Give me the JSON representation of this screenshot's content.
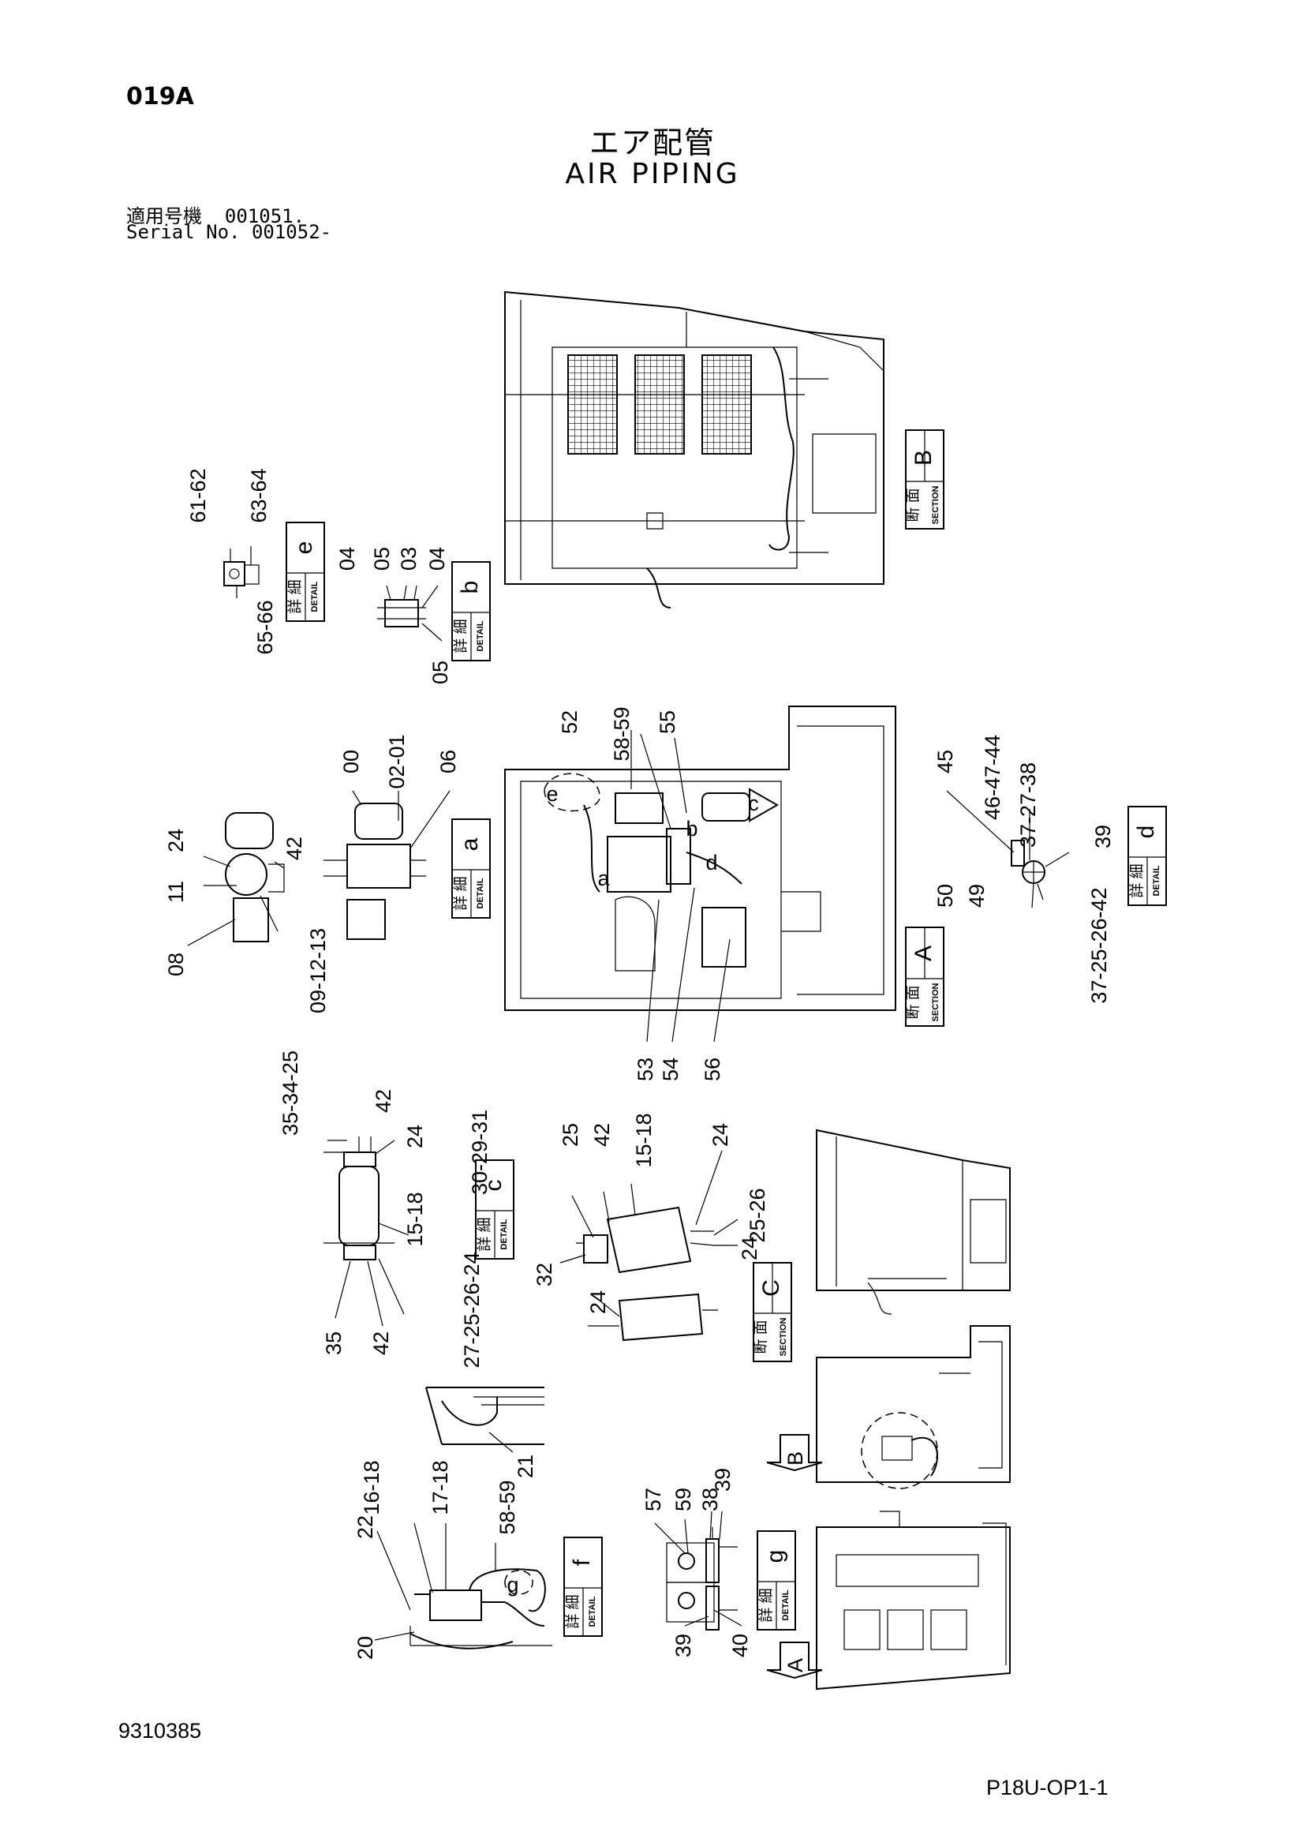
{
  "header": {
    "page_code": "019A",
    "title_jp": "エア配管",
    "title_en": "AIR PIPING",
    "serial_label_jp": "適用号機",
    "serial_value_1": "001051.",
    "serial_label_en": "Serial No.",
    "serial_value_2": "001052-"
  },
  "footer": {
    "drawing_no": "9310385",
    "sheet_code": "P18U-OP1-1"
  },
  "tags": {
    "detail_jp": "詳 細",
    "detail_en": "DETAIL",
    "section_jp": "断 面",
    "section_en": "SECTION",
    "detail_e": "e",
    "detail_b": "b",
    "detail_a": "a",
    "detail_d": "d",
    "detail_c": "c",
    "detail_f": "f",
    "detail_g": "g",
    "section_b": "B",
    "section_a": "A",
    "section_c": "C"
  },
  "callouts": {
    "e_top_left": "61-62",
    "e_top_right": "63-64",
    "e_bottom": "65-66",
    "b_04a": "04",
    "b_05a": "05",
    "b_03": "03",
    "b_04b": "04",
    "b_05b": "05",
    "a_00": "00",
    "a_02_01": "02-01",
    "a_06": "06",
    "a_24": "24",
    "a_42": "42",
    "a_11": "11",
    "a_08": "08",
    "a_09_12_13": "09-12-13",
    "sa_52": "52",
    "sa_58_59": "58-59",
    "sa_55": "55",
    "sa_53": "53",
    "sa_54": "54",
    "sa_56": "56",
    "d_45": "45",
    "d_46_47_44": "46-47-44",
    "d_37_27_38": "37-27-38",
    "d_39": "39",
    "d_50": "50",
    "d_49": "49",
    "d_37_25_26_42": "37-25-26-42",
    "c_35_34_25": "35-34-25",
    "c_42": "42",
    "c_24": "24",
    "c_30_29_31": "30-29-31",
    "c_15_18": "15-18",
    "c_35": "35",
    "c_42b": "42",
    "c_27_25_26_24": "27-25-26-24",
    "sc_25": "25",
    "sc_42": "42",
    "sc_15_18": "15-18",
    "sc_24a": "24",
    "sc_25_26": "25-26",
    "sc_24b": "24",
    "sc_32": "32",
    "sc_24c": "24",
    "p_21": "21",
    "f_16_18": "16-18",
    "f_17_18": "17-18",
    "f_58_59": "58-59",
    "f_22": "22",
    "f_20": "20",
    "g_57": "57",
    "g_59": "59",
    "g_38": "38",
    "g_39a": "39",
    "g_39b": "39",
    "g_40": "40",
    "inline_e": "e",
    "inline_b": "b",
    "inline_a": "a",
    "inline_c": "c",
    "inline_d": "d",
    "inline_g": "g",
    "arrow_b": "B",
    "arrow_a": "A"
  }
}
